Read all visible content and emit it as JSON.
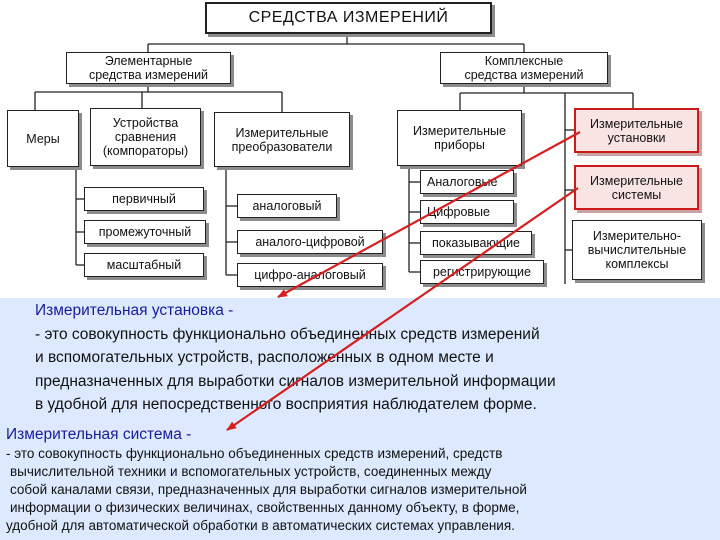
{
  "diagram": {
    "title": "СРЕДСТВА ИЗМЕРЕНИЙ",
    "elementary": "Элементарные\nсредства измерений",
    "complex": "Комплексные\nсредства измерений",
    "measures": "Меры",
    "comparators": "Устройства\nсравнения\n(компораторы)",
    "converters": "Измерительные\nпреобразователи",
    "instruments": "Измерительные\nприборы",
    "installations": "Измерительные\nустановки",
    "systems": "Измерительные\nсистемы",
    "complexes": "Измерительно-\nвычислительные\nкомплексы",
    "primary": "первичный",
    "intermediate": "промежуточный",
    "scale": "масштабный",
    "analog_conv": "аналоговый",
    "adc": "аналого-цифровой",
    "dac": "цифро-аналоговый",
    "analog_dev": "Аналоговые",
    "digital_dev": "Цифровые",
    "indicating": "показывающие",
    "recording": "регистрирующие"
  },
  "colors": {
    "highlight": "#cc1a1a",
    "arrow": "#d42020",
    "panel": "#dde9ff",
    "heading": "#1a1a9a"
  },
  "definitions": {
    "installation": {
      "heading": "Измерительная установка -",
      "lines": [
        "- это совокупность функционально объединенных средств измерений",
        "и вспомогательных устройств, расположенных в одном месте и",
        "предназначенных для выработки сигналов измерительной информации",
        "в удобной для непосредственного восприятия наблюдателем форме."
      ]
    },
    "system": {
      "heading": "Измерительная система -",
      "lines": [
        "- это совокупность функционально объединенных средств измерений, средств",
        "вычислительной техники и вспомогательных устройств, соединенных между",
        "собой каналами связи, предназначенных для выработки сигналов измерительной",
        "информации о физических величинах, свойственных данному объекту, в форме,",
        "удобной для автоматической обработки в автоматических системах управления."
      ]
    }
  }
}
